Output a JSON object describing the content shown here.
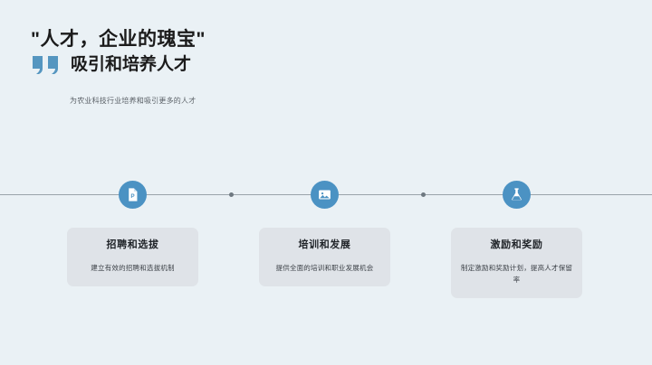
{
  "slide": {
    "background_color": "#eaf1f5",
    "accent_color": "#4b92c3",
    "card_color": "#dfe3e8",
    "line_color": "#9aa3aa",
    "main_title": "\"人才，企业的瑰宝\"",
    "subtitle": "吸引和培养人才",
    "lead_description": "为农业科技行业培养和吸引更多的人才",
    "quote_icon": "quote-mark-icon"
  },
  "timeline": {
    "nodes": [
      {
        "icon": "document-file-icon",
        "label": "招聘和选拔"
      },
      {
        "icon": "image-photo-icon",
        "label": "培训和发展"
      },
      {
        "icon": "flask-beaker-icon",
        "label": "激励和奖励"
      }
    ],
    "connector_dots": 2
  },
  "cards": [
    {
      "title": "招聘和选拔",
      "description": "建立有效的招聘和选拔机制"
    },
    {
      "title": "培训和发展",
      "description": "提供全面的培训和职业发展机会"
    },
    {
      "title": "激励和奖励",
      "description": "制定激励和奖励计划，提高人才保留率"
    }
  ]
}
